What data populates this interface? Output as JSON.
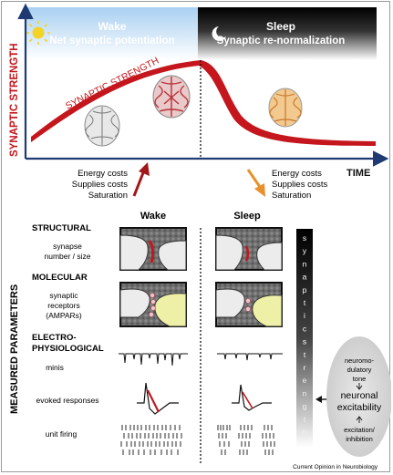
{
  "top_panel": {
    "y_axis_label": "SYNAPTIC STRENGTH",
    "x_axis_label": "TIME",
    "wake": {
      "title": "Wake",
      "subtitle": "Net synaptic potentiation"
    },
    "sleep": {
      "title": "Sleep",
      "subtitle": "Synaptic re-normalization"
    },
    "curve_label": "SYNAPTIC STRENGTH",
    "wake_costs": [
      "Energy costs",
      "Supplies costs",
      "Saturation"
    ],
    "sleep_costs": [
      "Energy costs",
      "Supplies costs",
      "Saturation"
    ],
    "colors": {
      "wake_band": "#a9d0f2",
      "sleep_band": "#000000",
      "curve": "#c4161c",
      "axis": "#1f3a73",
      "wake_arrow": "#a3161b",
      "sleep_arrow": "#e8902a",
      "brain_sleep": "#e29a3d",
      "brain_wake": "#b8323a"
    }
  },
  "bottom_panel": {
    "side_label": "MEASURED PARAMETERS",
    "col_wake": "Wake",
    "col_sleep": "Sleep",
    "sections": {
      "structural": "STRUCTURAL",
      "molecular": "MOLECULAR",
      "electro_1": "ELECTRO-",
      "electro_2": "PHYSIOLOGICAL"
    },
    "params": {
      "synapse_1": "synapse",
      "synapse_2": "number / size",
      "receptors_1": "synaptic",
      "receptors_2": "receptors",
      "receptors_3": "(AMPARs)",
      "minis": "minis",
      "evoked": "evoked responses",
      "unit_firing": "unit firing"
    },
    "vertical_word": [
      "s",
      "y",
      "n",
      "a",
      "p",
      "t",
      "i",
      "c",
      "s",
      "t",
      "r",
      "e",
      "n",
      "g",
      "t",
      "h"
    ],
    "oval": {
      "top_1": "neuromo-",
      "top_2": "dulatory",
      "top_3": "tone",
      "main_1": "neuronal",
      "main_2": "excitability",
      "bottom_1": "excitation/",
      "bottom_2": "inhibition"
    },
    "credit": "Current Opinion in Neurobiology"
  }
}
